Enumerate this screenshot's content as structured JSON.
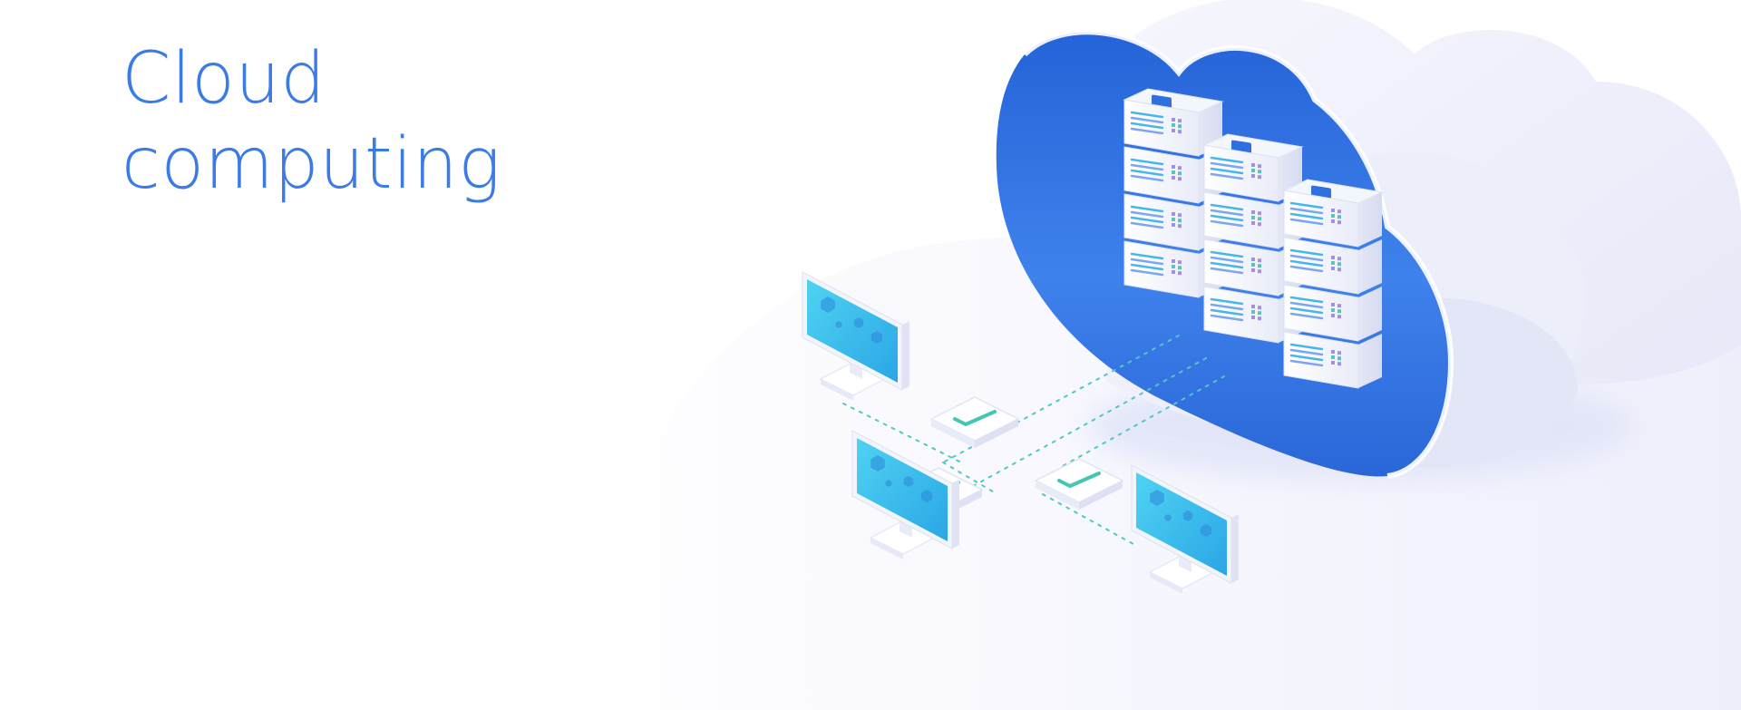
{
  "headline": {
    "line1": "Cloud",
    "line2": "computing"
  },
  "colors": {
    "headline": "#3a7be6",
    "cloud_inner": "#2f6fe0",
    "cloud_shell": "#f1f2fc",
    "screen": "#3ec3ec",
    "connector": "#4fc9c2",
    "check": "#43c6b6",
    "background_floor": "#f4f4fd"
  },
  "illustration": {
    "server_columns": [
      {
        "units": 4
      },
      {
        "units": 4
      },
      {
        "units": 4
      }
    ],
    "monitors": [
      {
        "id": "top-left"
      },
      {
        "id": "middle-left"
      },
      {
        "id": "bottom-right"
      }
    ],
    "status_tiles": [
      {
        "id": "upper",
        "icon": "check-icon"
      },
      {
        "id": "middle",
        "icon": "check-icon"
      },
      {
        "id": "right",
        "icon": "check-icon"
      }
    ]
  }
}
